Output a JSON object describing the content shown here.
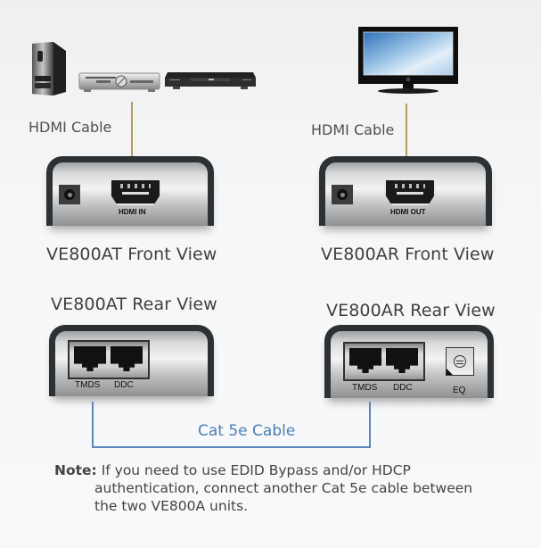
{
  "source_devices": {
    "items": [
      {
        "name": "PC tower"
      },
      {
        "name": "AV receiver"
      },
      {
        "name": "DVD player"
      }
    ]
  },
  "display_device": {
    "name": "LCD monitor"
  },
  "cables": {
    "hdmi_left": "HDMI Cable",
    "hdmi_right": "HDMI Cable",
    "cat5e": "Cat 5e Cable"
  },
  "transmitter": {
    "front_label": "VE800AT Front View",
    "front_port": "HDMI IN",
    "rear_label": "VE800AT Rear View",
    "rear_ports": [
      "TMDS",
      "DDC"
    ]
  },
  "receiver": {
    "front_label": "VE800AR Front View",
    "front_port": "HDMI OUT",
    "rear_label": "VE800AR Rear View",
    "rear_ports": [
      "TMDS",
      "DDC"
    ],
    "eq_label": "EQ"
  },
  "note": {
    "prefix": "Note:",
    "line1": "If you need to use EDID Bypass and/or HDCP",
    "line2": "authentication, connect another Cat 5e cable between",
    "line3": "the two VE800A units."
  },
  "colors": {
    "hdmi_cable": "#b39a5e",
    "cat_cable": "#5b88b8",
    "cat_label": "#4b7fb2"
  }
}
